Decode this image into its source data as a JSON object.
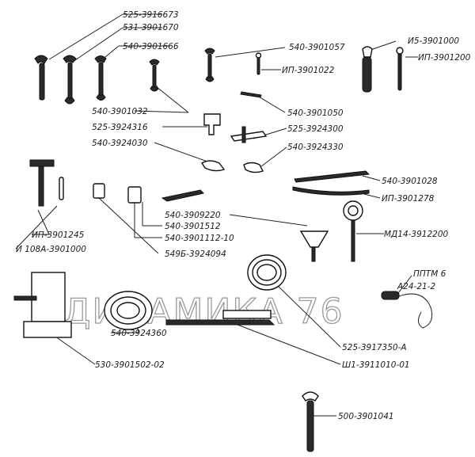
{
  "labels": {
    "l1": "525-3916673",
    "l2": "531-3901670",
    "l3": "540-3901666",
    "l4": "540-3901057",
    "l5": "ИП-3901022",
    "l6": "И5-3901000",
    "l7": "ИП-3901200",
    "l8": "540-3901032",
    "l9": "540-3901050",
    "l10": "525-3924316",
    "l11": "525-3924300",
    "l12": "540-3924030",
    "l13": "540-3924330",
    "l14": "540-3901028",
    "l15": "ИП-3901278",
    "l16": "ИП-3901245",
    "l17": "И 108А-3901000",
    "l18": "540-3909220",
    "l19": "540-3901512",
    "l20": "540-3901112-10",
    "l21": "549Б-3924094",
    "l22": "МД14-3912200",
    "l23": "ППТМ 6",
    "l24": "А24-21-2",
    "l25": "540-3924360",
    "l26": "530-3901502-02",
    "l27": "525-3917350-А",
    "l28": "Ш1-3911010-01",
    "l29": "500-3901041"
  },
  "watermark": "ДИНАМИКА 76"
}
